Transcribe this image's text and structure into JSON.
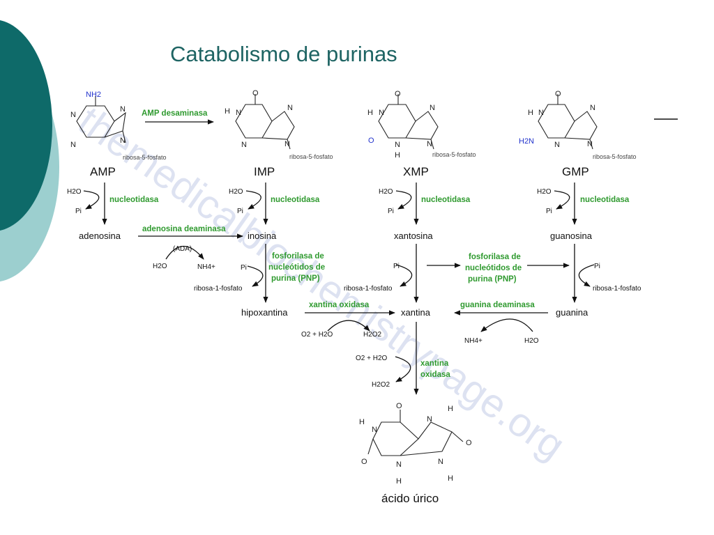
{
  "title": "Catabolismo de purinas",
  "watermark": "themedicalbiochemistrypage.org",
  "colors": {
    "title": "#1e6463",
    "enzyme": "#2f9a2f",
    "accent_dark": "#0e6a69",
    "accent_light": "#9ccfcf",
    "blue_atom": "#2233cc"
  },
  "structures": {
    "amp": {
      "name": "AMP",
      "substituent": "NH2",
      "ribose": "ribosa-5-fosfato"
    },
    "imp": {
      "name": "IMP",
      "ribose": "ribosa-5-fosfato"
    },
    "xmp": {
      "name": "XMP",
      "ribose": "ribosa-5-fosfato"
    },
    "gmp": {
      "name": "GMP",
      "substituent": "H2N",
      "ribose": "ribosa-5-fosfato"
    },
    "uric": {
      "name": "ácido úrico"
    }
  },
  "metabolites": {
    "adenosina": "adenosina",
    "inosina": "inosina",
    "xantosina": "xantosina",
    "guanosina": "guanosina",
    "hipoxantina": "hipoxantina",
    "xantina": "xantina",
    "guanina": "guanina"
  },
  "enzymes": {
    "amp_desaminasa": "AMP desaminasa",
    "nucleotidasa": "nucleotidasa",
    "adenosina_deaminasa": "adenosina deaminasa",
    "ada": "(ADA)",
    "pnp_line1": "fosforilasa de",
    "pnp_line2": "nucleótidos de",
    "pnp_line3": "purina (PNP)",
    "xantina_oxidasa": "xantina oxidasa",
    "xo_line1": "xantina",
    "xo_line2": "oxidasa",
    "guanina_deaminasa": "guanina deaminasa"
  },
  "cofactors": {
    "h2o": "H2O",
    "pi": "Pi",
    "nh4": "NH4+",
    "ribosa1p": "ribosa-1-fosfato",
    "o2_h2o": "O2 + H2O",
    "h2o2": "H2O2"
  }
}
